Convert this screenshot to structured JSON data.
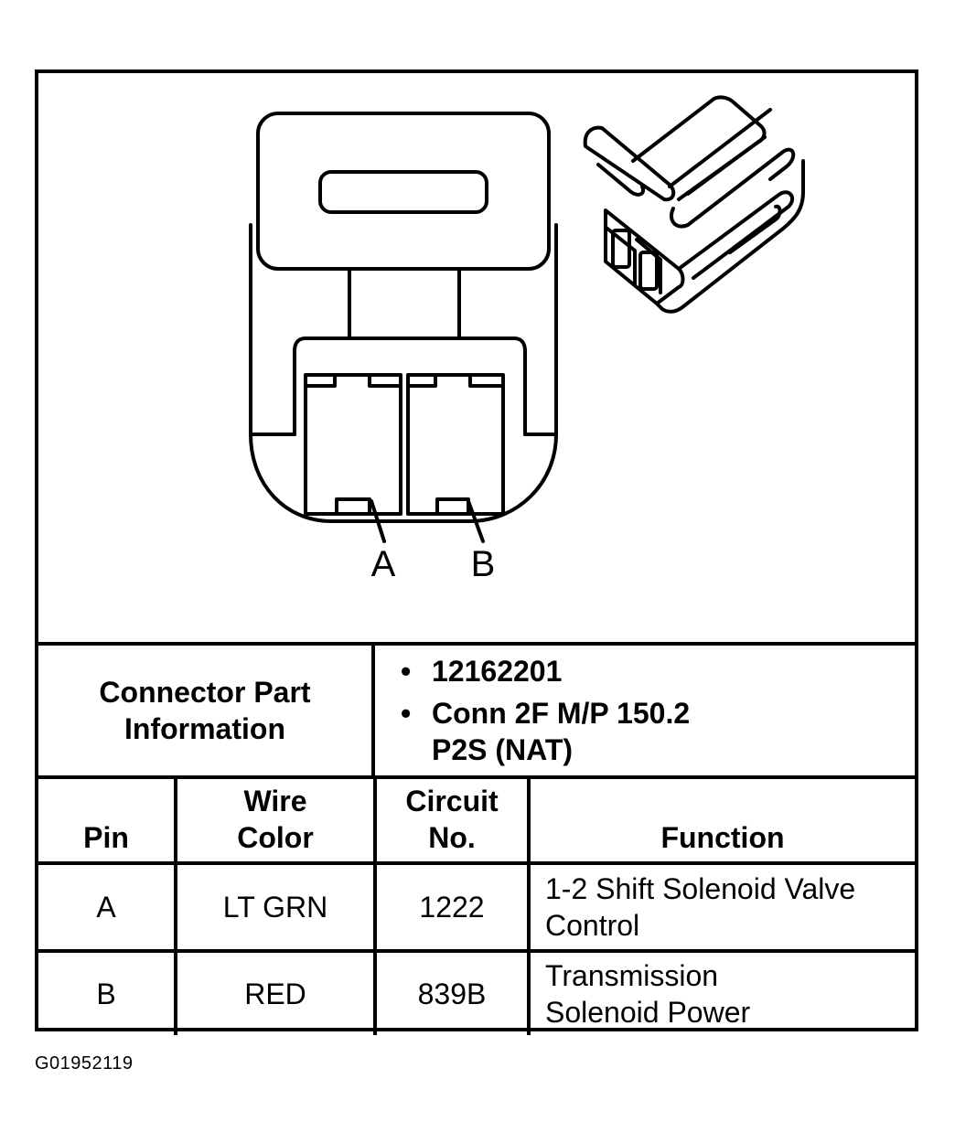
{
  "diagram": {
    "pin_labels": [
      "A",
      "B"
    ]
  },
  "connector_info": {
    "label": "Connector Part\nInformation",
    "items": [
      "12162201",
      "Conn 2F M/P 150.2\nP2S (NAT)"
    ]
  },
  "table": {
    "headers": [
      "Pin",
      "Wire\nColor",
      "Circuit\nNo.",
      "Function"
    ],
    "rows": [
      {
        "pin": "A",
        "wire_color": "LT GRN",
        "circuit": "1222",
        "function": "1-2 Shift Solenoid Valve\nControl"
      },
      {
        "pin": "B",
        "wire_color": "RED",
        "circuit": "839B",
        "function": "Transmission\nSolenoid Power"
      }
    ]
  },
  "figure_id": "G01952119"
}
